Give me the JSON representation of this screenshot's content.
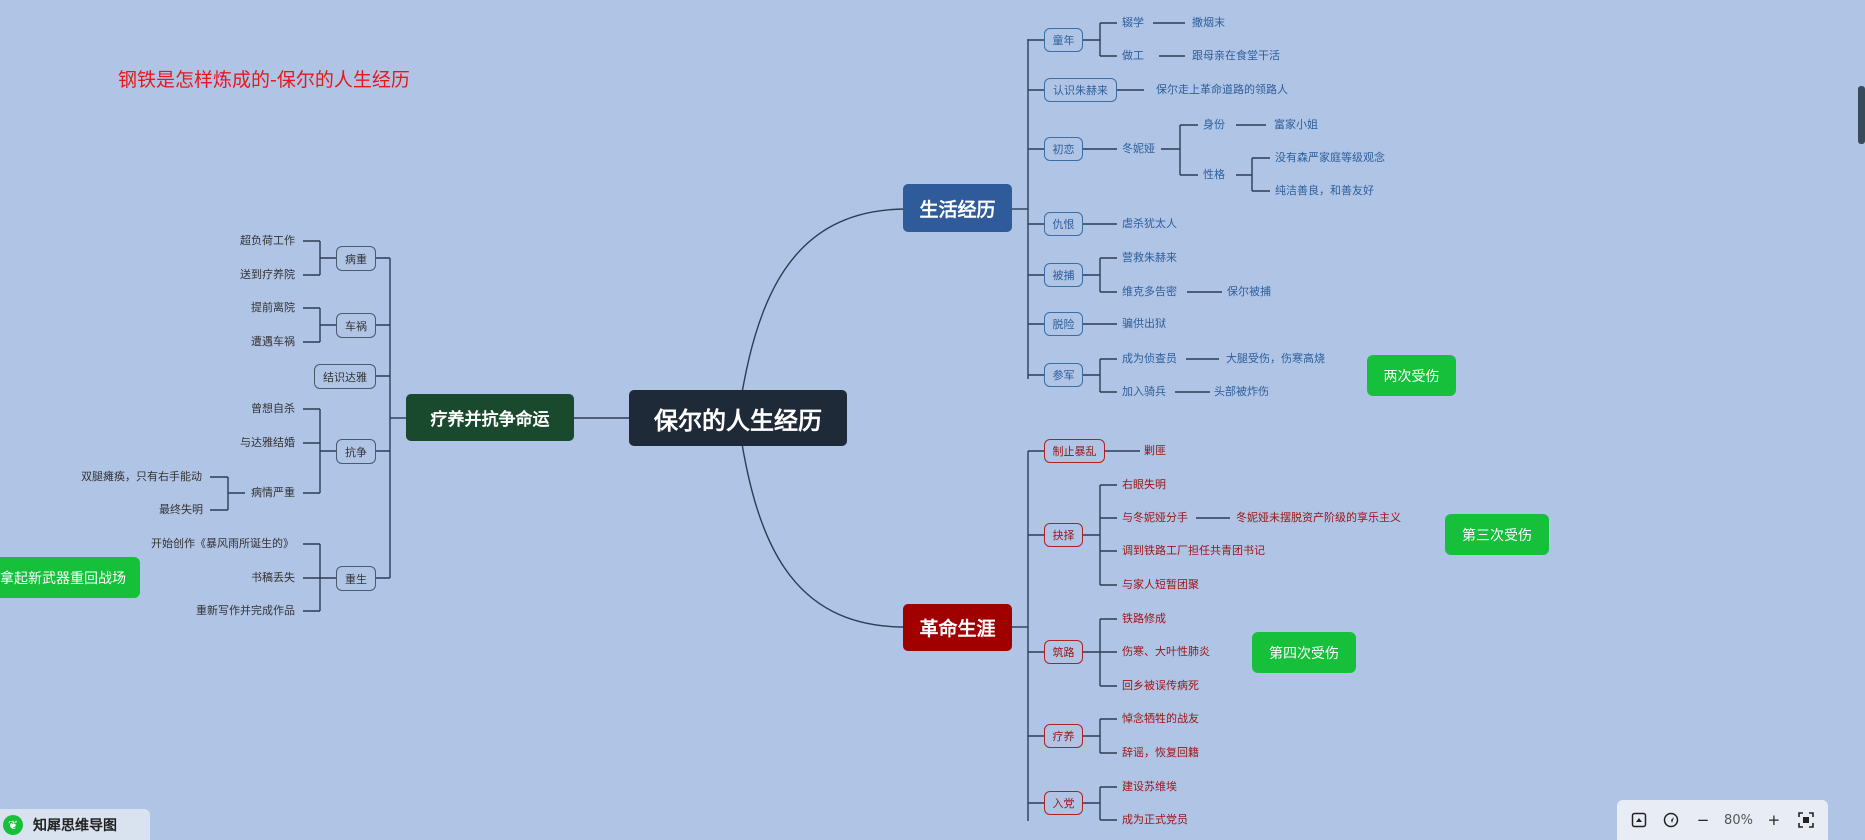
{
  "title": "钢铁是怎样炼成的-保尔的人生经历",
  "root": "保尔的人生经历",
  "branches": {
    "life": "生活经历",
    "revolution": "革命生涯",
    "recuperate": "疗养并抗争命运"
  },
  "life": {
    "childhood": "童年",
    "childhood_study": "辍学",
    "childhood_study_detail": "撒烟末",
    "childhood_work": "做工",
    "childhood_work_detail": "跟母亲在食堂干活",
    "meet": "认识朱赫来",
    "meet_detail": "保尔走上革命道路的领路人",
    "firstlove": "初恋",
    "tonya": "冬妮娅",
    "identity": "身份",
    "identity_detail": "富家小姐",
    "character": "性格",
    "character_detail1": "没有森严家庭等级观念",
    "character_detail2": "纯洁善良，和善友好",
    "hatred": "仇恨",
    "hatred_detail": "虐杀犹太人",
    "arrested": "被捕",
    "arrested_detail1": "营救朱赫来",
    "arrested_detail2": "维克多告密",
    "arrested_detail2b": "保尔被捕",
    "escape": "脱险",
    "escape_detail": "骗供出狱",
    "army": "参军",
    "army_detail1": "成为侦查员",
    "army_detail1b": "大腿受伤，伤寒高烧",
    "army_detail2": "加入骑兵",
    "army_detail2b": "头部被炸伤",
    "note": "两次受伤"
  },
  "revolution": {
    "riot": "制止暴乱",
    "riot_detail": "剿匪",
    "choice": "抉择",
    "choice_d1": "右眼失明",
    "choice_d2": "与冬妮娅分手",
    "choice_d2b": "冬妮娅未摆脱资产阶级的享乐主义",
    "choice_d3": "调到铁路工厂担任共青团书记",
    "choice_d4": "与家人短暂团聚",
    "note_choice": "第三次受伤",
    "railway": "筑路",
    "railway_d1": "铁路修成",
    "railway_d2": "伤寒、大叶性肺炎",
    "railway_d3": "回乡被误传病死",
    "note_railway": "第四次受伤",
    "rest": "疗养",
    "rest_d1": "悼念牺牲的战友",
    "rest_d2": "辞谣，恢复回籍",
    "party": "入党",
    "party_d1": "建设苏维埃",
    "party_d2": "成为正式党员"
  },
  "recuperate": {
    "ill": "病重",
    "ill_d1": "超负荷工作",
    "ill_d2": "送到疗养院",
    "accident": "车祸",
    "acc_d1": "提前离院",
    "acc_d2": "遭遇车祸",
    "daya": "结识达雅",
    "fight": "抗争",
    "fight_d1": "曾想自杀",
    "fight_d2": "与达雅结婚",
    "fight_d3": "病情严重",
    "fight_d3a": "双腿瘫痪，只有右手能动",
    "fight_d3b": "最终失明",
    "rebirth": "重生",
    "reb_d1": "开始创作《暴风雨所诞生的》",
    "reb_d2": "书稿丢失",
    "reb_d3": "重新写作并完成作品",
    "note": "拿起新武器重回战场"
  },
  "brand": "知犀思维导图",
  "toolbar": {
    "zoom": "80%"
  },
  "colors": {
    "background": "#b0c4e6",
    "life": "#2f5b9a",
    "revolution": "#a00000",
    "recuperate": "#1a4a2e",
    "root": "#1f2a38",
    "note": "#16c03a",
    "title": "#e81818"
  }
}
